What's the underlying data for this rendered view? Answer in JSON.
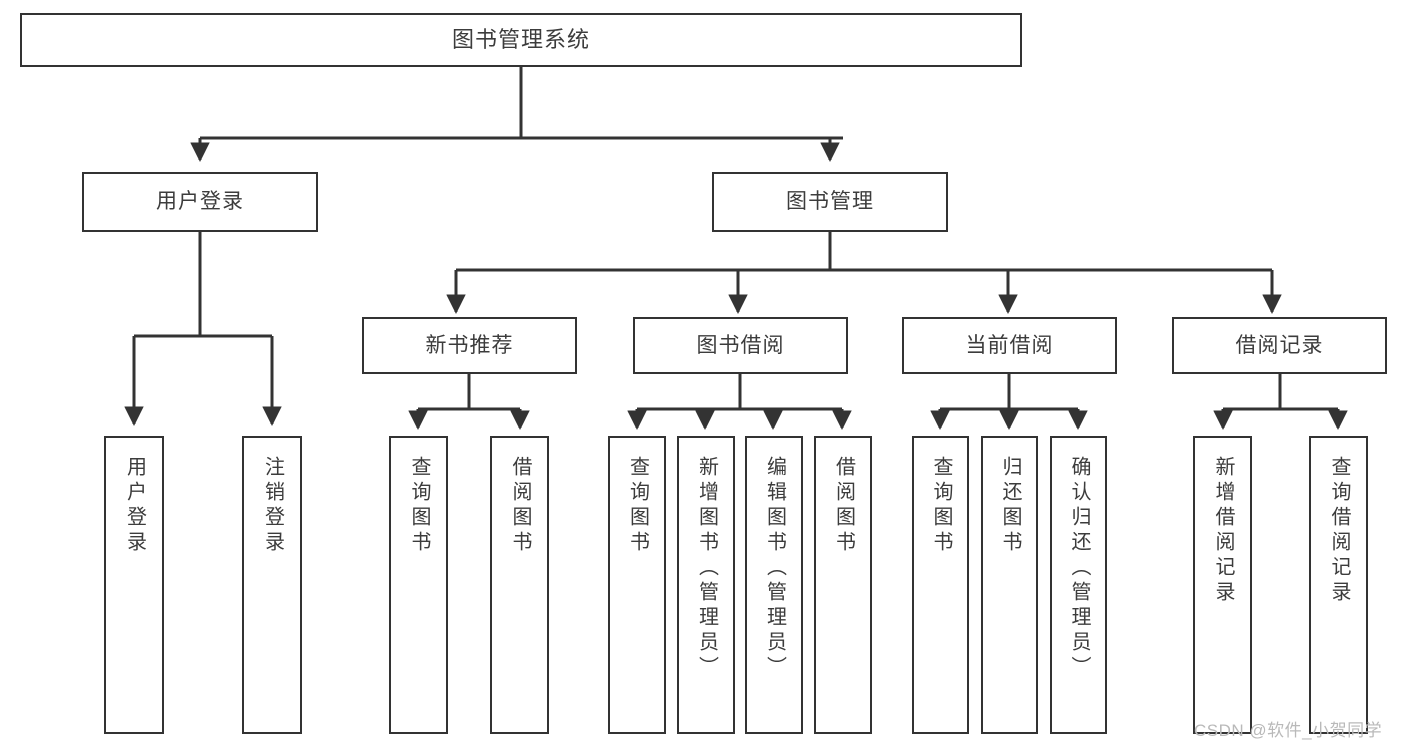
{
  "diagram": {
    "title": "图书管理系统",
    "watermark": "CSDN @软件_小贺同学",
    "colors": {
      "background": "#ffffff",
      "border": "#333333",
      "text": "#3c3c3c",
      "edge": "#333333",
      "watermark": "#b9b9b9"
    }
  },
  "nodes": {
    "root": {
      "label": "图书管理系统"
    },
    "level1": [
      {
        "id": "user-login",
        "label": "用户登录"
      },
      {
        "id": "book-manage",
        "label": "图书管理"
      }
    ],
    "level2": [
      {
        "id": "new-book-recommend",
        "label": "新书推荐"
      },
      {
        "id": "book-borrow",
        "label": "图书借阅"
      },
      {
        "id": "current-borrow",
        "label": "当前借阅"
      },
      {
        "id": "borrow-record",
        "label": "借阅记录"
      }
    ],
    "leaves": [
      {
        "id": "leaf-user-login",
        "label": "用户登录",
        "parent": "user-login"
      },
      {
        "id": "leaf-logout-login",
        "label": "注销登录",
        "parent": "user-login"
      },
      {
        "id": "leaf-query-book-1",
        "label": "查询图书",
        "parent": "new-book-recommend"
      },
      {
        "id": "leaf-borrow-book-1",
        "label": "借阅图书",
        "parent": "new-book-recommend"
      },
      {
        "id": "leaf-query-book-2",
        "label": "查询图书",
        "parent": "book-borrow"
      },
      {
        "id": "leaf-add-book",
        "label": "新增图书（管理员）",
        "parent": "book-borrow"
      },
      {
        "id": "leaf-edit-book",
        "label": "编辑图书（管理员）",
        "parent": "book-borrow"
      },
      {
        "id": "leaf-borrow-book-2",
        "label": "借阅图书",
        "parent": "book-borrow"
      },
      {
        "id": "leaf-query-book-3",
        "label": "查询图书",
        "parent": "current-borrow"
      },
      {
        "id": "leaf-return-book",
        "label": "归还图书",
        "parent": "current-borrow"
      },
      {
        "id": "leaf-confirm-return",
        "label": "确认归还（管理员）",
        "parent": "current-borrow"
      },
      {
        "id": "leaf-add-record",
        "label": "新增借阅记录",
        "parent": "borrow-record"
      },
      {
        "id": "leaf-query-record",
        "label": "查询借阅记录",
        "parent": "borrow-record"
      }
    ]
  }
}
